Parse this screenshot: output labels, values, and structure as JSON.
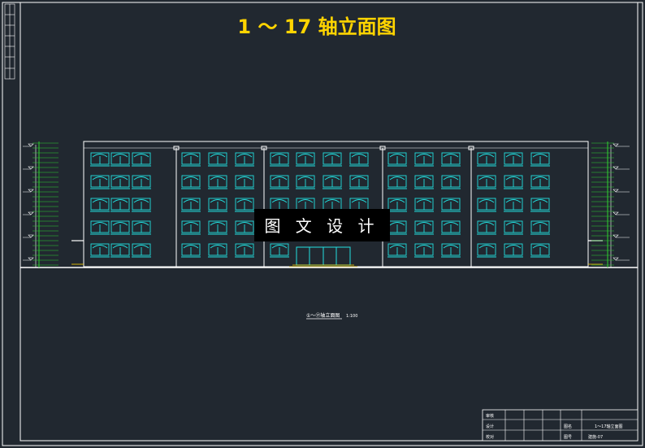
{
  "drawing": {
    "title": "1 ～ 17 轴立面图",
    "watermark": "图 文 设 计",
    "caption": "①～⑰轴立面图",
    "caption_scale": "1:100"
  },
  "title_block": {
    "labels": [
      "审核",
      "设计",
      "校对",
      "图名",
      "图号"
    ],
    "values": [
      "",
      "",
      "",
      "1～17轴立面图",
      "建施-07"
    ]
  },
  "colors": {
    "background": "#212830",
    "frame": "#ffffff",
    "title": "#ffd400",
    "windows": "#22e0e0",
    "levels": "#2fd02f",
    "ground": "#ffd400"
  }
}
